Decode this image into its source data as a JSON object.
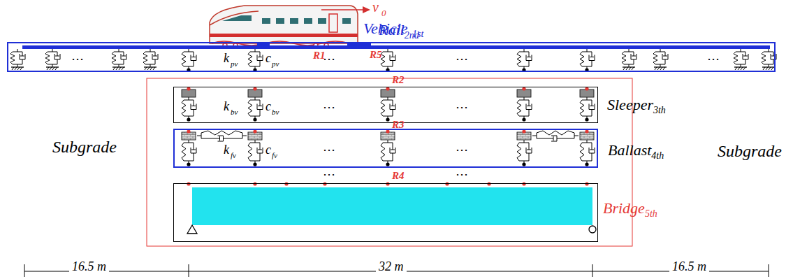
{
  "diagram": {
    "nodes": [
      {
        "text": [
          "Rail",
          "2nd"
        ]
      },
      {
        "text": [
          "Sleeper",
          "3th"
        ]
      },
      {
        "text": [
          "Ballast",
          "4th"
        ]
      },
      {
        "text": [
          "Bridge",
          "5th"
        ]
      }
    ],
    "labels": [
      "v",
      "0",
      "Vehicle",
      "1st",
      "R1",
      "R5",
      "R2",
      "R3",
      "R4",
      "k",
      "pv",
      "c",
      "pv",
      "k",
      "bv",
      "c",
      "bv",
      "k",
      "fv",
      "c",
      "fv",
      "Subgrade",
      "Subgrade",
      "16.5 m",
      "32 m",
      "16.5 m",
      "⋯",
      "⋯",
      "⋯",
      "⋯",
      "⋯",
      "⋯",
      "⋯",
      "⋯",
      "⋯",
      "⋯"
    ]
  }
}
